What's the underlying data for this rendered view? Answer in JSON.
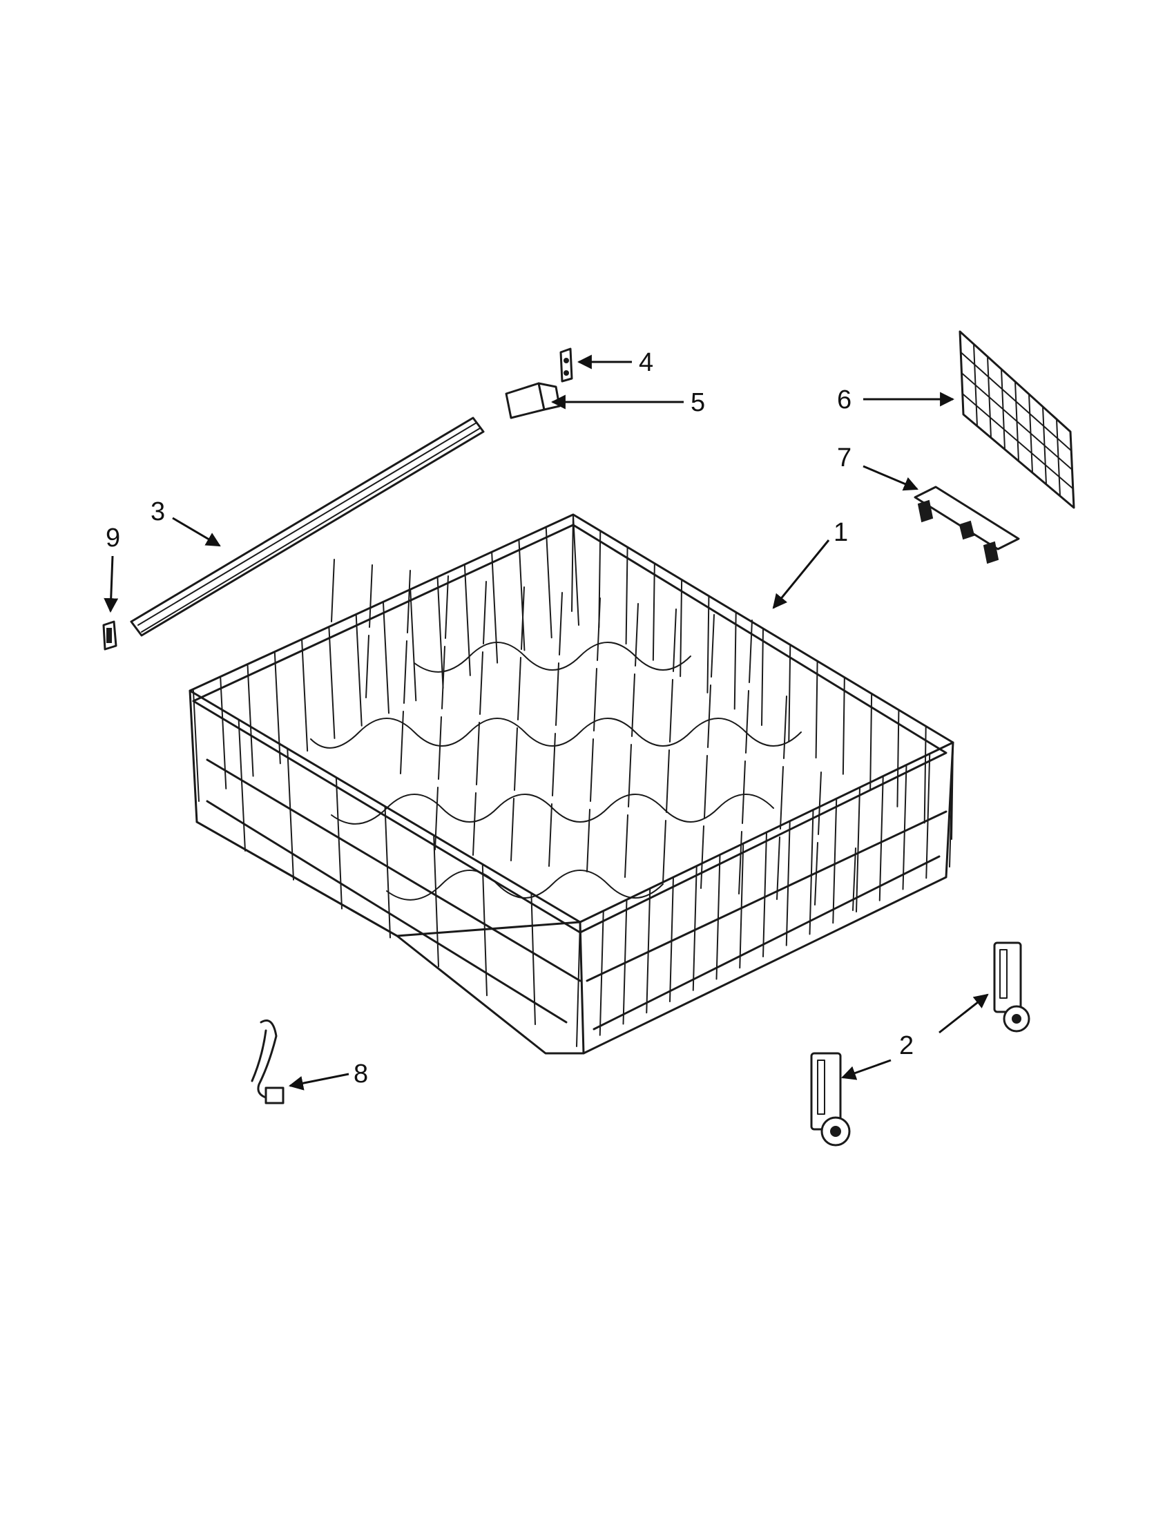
{
  "diagram": {
    "callouts": [
      {
        "id": "1",
        "label": "1"
      },
      {
        "id": "2",
        "label": "2"
      },
      {
        "id": "3",
        "label": "3"
      },
      {
        "id": "4",
        "label": "4"
      },
      {
        "id": "5",
        "label": "5"
      },
      {
        "id": "6",
        "label": "6"
      },
      {
        "id": "7",
        "label": "7"
      },
      {
        "id": "8",
        "label": "8"
      },
      {
        "id": "9",
        "label": "9"
      }
    ],
    "parts": [
      {
        "callout": "1",
        "icon": "dish-rack-icon"
      },
      {
        "callout": "2",
        "icon": "rack-adjuster-icon"
      },
      {
        "callout": "3",
        "icon": "rack-track-icon"
      },
      {
        "callout": "4",
        "icon": "track-stop-clip-icon"
      },
      {
        "callout": "5",
        "icon": "track-end-cap-icon"
      },
      {
        "callout": "6",
        "icon": "tine-row-icon"
      },
      {
        "callout": "7",
        "icon": "rack-clip-icon"
      },
      {
        "callout": "8",
        "icon": "wire-clip-icon"
      },
      {
        "callout": "9",
        "icon": "track-end-stop-icon"
      }
    ],
    "colors": {
      "line": "#1a1a1a",
      "background": "#ffffff"
    }
  }
}
